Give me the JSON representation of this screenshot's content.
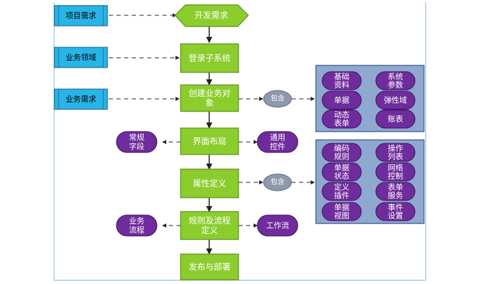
{
  "left_tags": [
    {
      "id": "lt1",
      "label": "项目需求"
    },
    {
      "id": "lt2",
      "label": "业务领域"
    },
    {
      "id": "lt3",
      "label": "业务需求"
    }
  ],
  "flow": {
    "start": "开发需求",
    "steps": [
      {
        "id": "s1",
        "lines": [
          "登录子系统"
        ]
      },
      {
        "id": "s2",
        "lines": [
          "创建业务对",
          "象"
        ]
      },
      {
        "id": "s3",
        "lines": [
          "界面布局"
        ]
      },
      {
        "id": "s4",
        "lines": [
          "属性定义"
        ]
      },
      {
        "id": "s5",
        "lines": [
          "规则及流程",
          "定义"
        ]
      },
      {
        "id": "s6",
        "lines": [
          "发布与部署"
        ]
      }
    ]
  },
  "side_nodes": {
    "left": [
      {
        "id": "l1",
        "lines": [
          "常规",
          "字段"
        ]
      },
      {
        "id": "l2",
        "lines": [
          "业务",
          "流程"
        ]
      }
    ],
    "right": [
      {
        "id": "r1",
        "lines": [
          "通用",
          "控件"
        ]
      },
      {
        "id": "r2",
        "lines": [
          "工作流"
        ]
      }
    ]
  },
  "include_label": "包含",
  "group_top": [
    {
      "id": "gt1",
      "lines": [
        "基础",
        "资料"
      ]
    },
    {
      "id": "gt2",
      "lines": [
        "系统",
        "参数"
      ]
    },
    {
      "id": "gt3",
      "lines": [
        "单据"
      ]
    },
    {
      "id": "gt4",
      "lines": [
        "弹性域"
      ]
    },
    {
      "id": "gt5",
      "lines": [
        "动态",
        "表单"
      ]
    },
    {
      "id": "gt6",
      "lines": [
        "账表"
      ]
    }
  ],
  "group_bottom": [
    {
      "id": "gb1",
      "lines": [
        "编码",
        "规则"
      ]
    },
    {
      "id": "gb2",
      "lines": [
        "操作",
        "列表"
      ]
    },
    {
      "id": "gb3",
      "lines": [
        "单据",
        "状态"
      ]
    },
    {
      "id": "gb4",
      "lines": [
        "网络",
        "控制"
      ]
    },
    {
      "id": "gb5",
      "lines": [
        "定义",
        "插件"
      ]
    },
    {
      "id": "gb6",
      "lines": [
        "表单",
        "服务"
      ]
    },
    {
      "id": "gb7",
      "lines": [
        "单据",
        "视图"
      ]
    },
    {
      "id": "gb8",
      "lines": [
        "事件",
        "设置"
      ]
    }
  ],
  "colors": {
    "green": "#8ccd2e",
    "green_stroke": "#5b8f17",
    "blue": "#29b4e8",
    "blue_stroke": "#1a6f9e",
    "purple": "#6f2c9c",
    "purple_stroke": "#3b1260",
    "group_bg": "#8fa8cf",
    "group_stroke": "#4b6a9e",
    "gray": "#8e99ad",
    "line": "#333333"
  }
}
